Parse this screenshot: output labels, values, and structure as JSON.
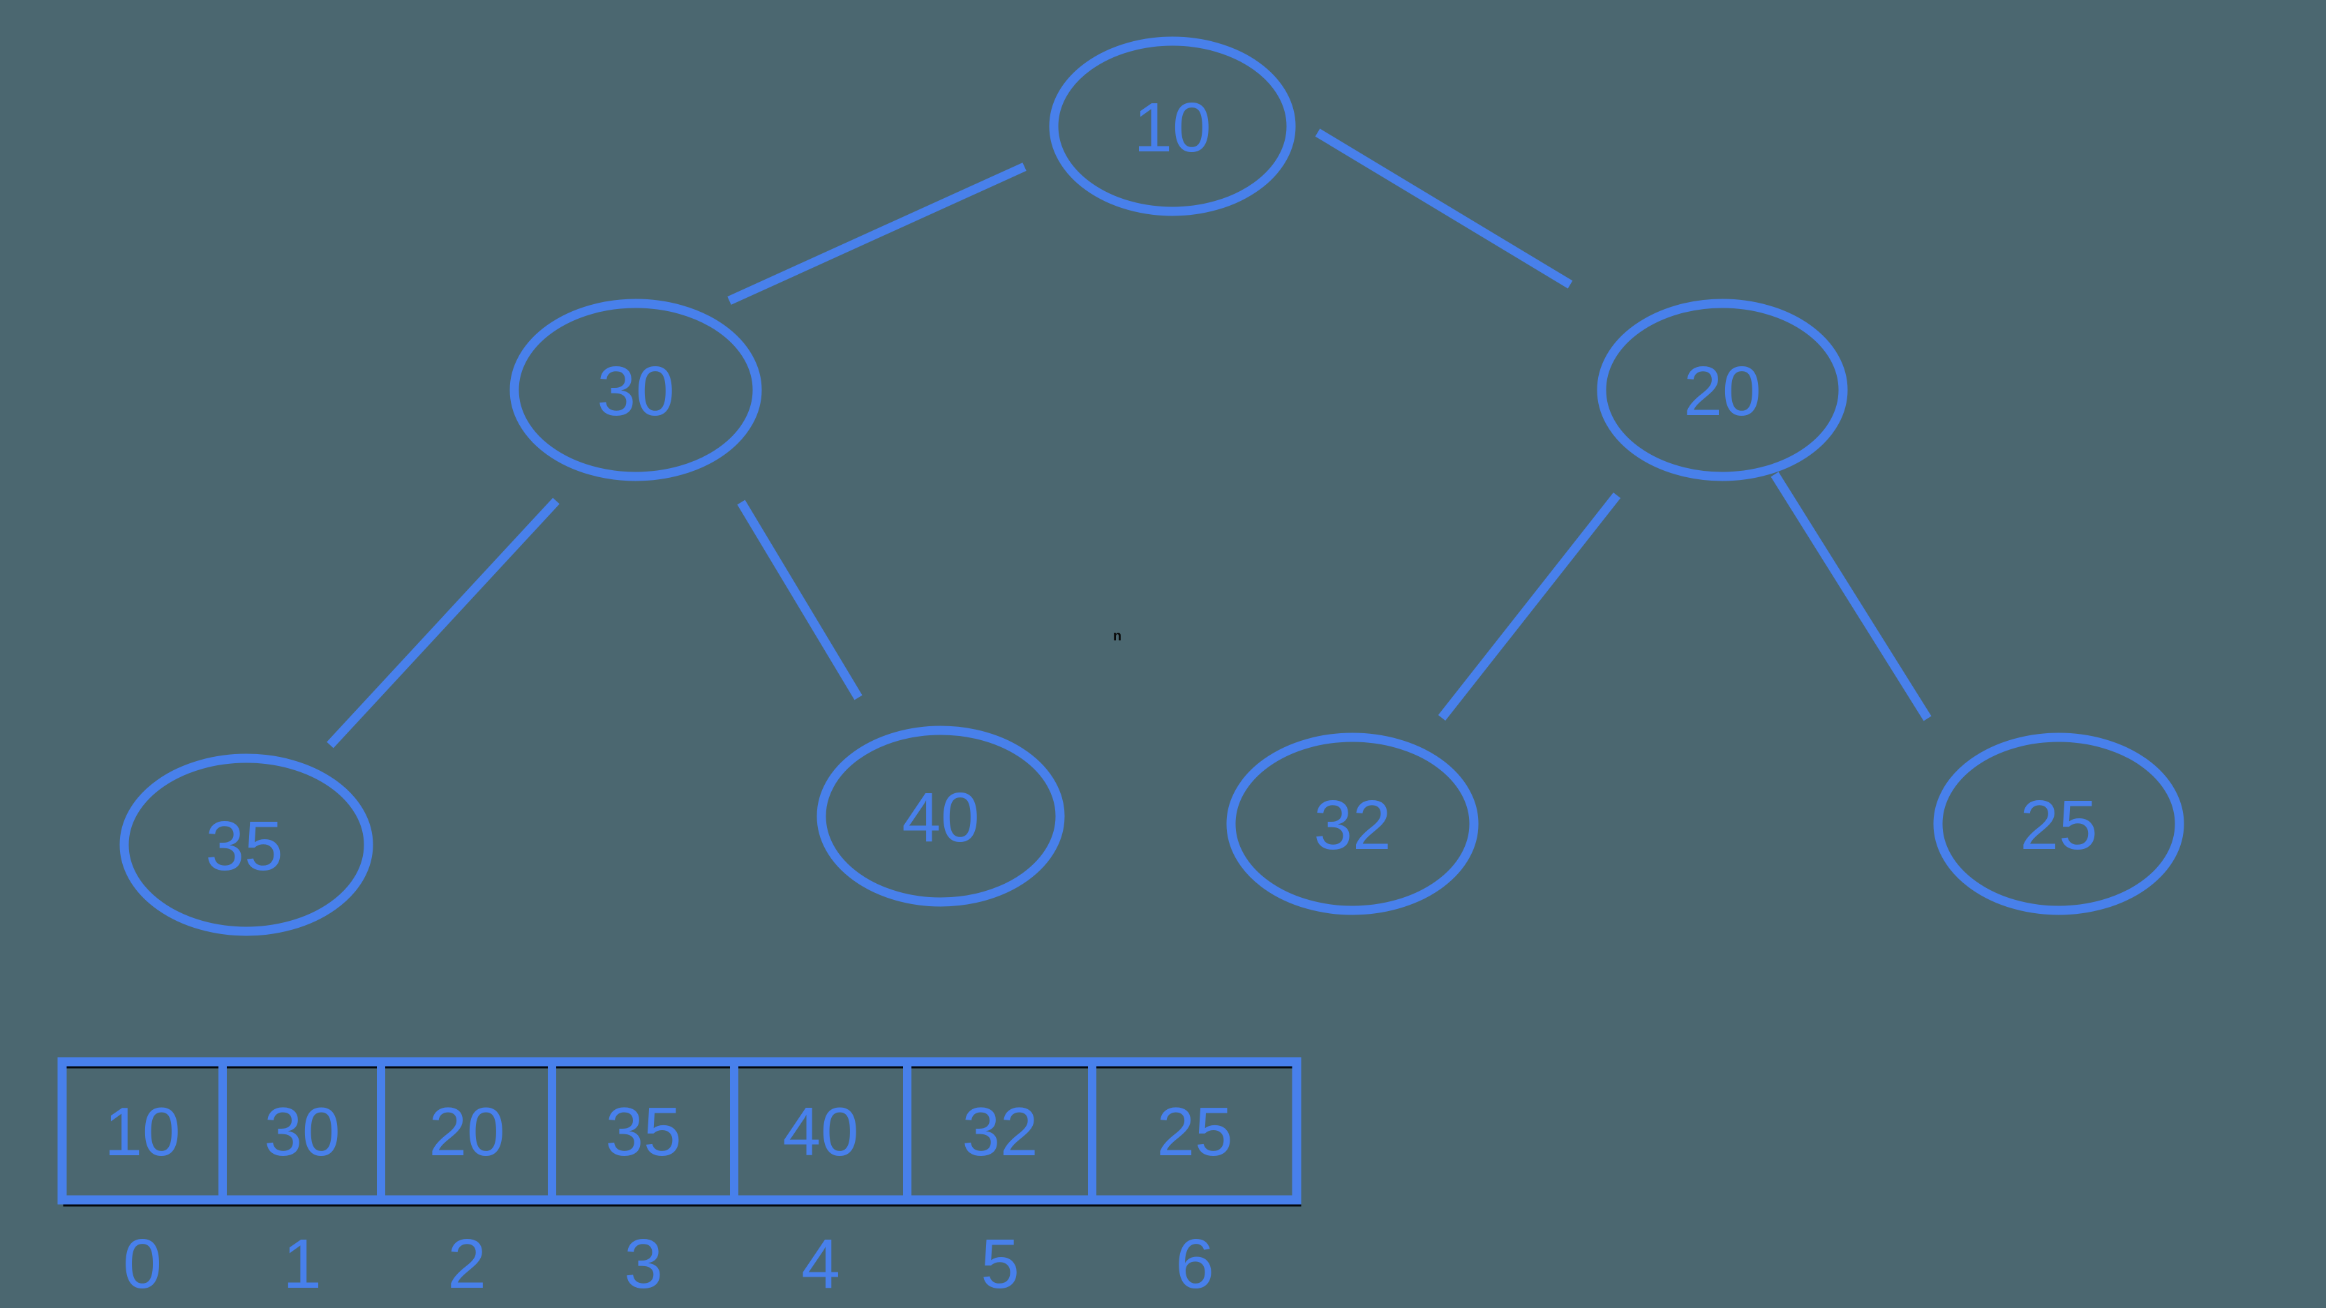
{
  "colors": {
    "background": "#4B6770",
    "primary": "#4880EB",
    "shadow": "#05090c"
  },
  "tree": {
    "nodes": [
      {
        "id": "root",
        "value": "10"
      },
      {
        "id": "left-child",
        "value": "30"
      },
      {
        "id": "right-child",
        "value": "20"
      },
      {
        "id": "leaf-1",
        "value": "35"
      },
      {
        "id": "leaf-2",
        "value": "40"
      },
      {
        "id": "leaf-3",
        "value": "32"
      },
      {
        "id": "leaf-4",
        "value": "25"
      }
    ],
    "edges": [
      {
        "from": "10",
        "to": "30"
      },
      {
        "from": "10",
        "to": "20"
      },
      {
        "from": "30",
        "to": "35"
      },
      {
        "from": "30",
        "to": "40"
      },
      {
        "from": "20",
        "to": "32"
      },
      {
        "from": "20",
        "to": "25"
      }
    ]
  },
  "array": {
    "cells": [
      "10",
      "30",
      "20",
      "35",
      "40",
      "32",
      "25"
    ],
    "indices": [
      "0",
      "1",
      "2",
      "3",
      "4",
      "5",
      "6"
    ]
  },
  "artifact": {
    "char": "n"
  }
}
